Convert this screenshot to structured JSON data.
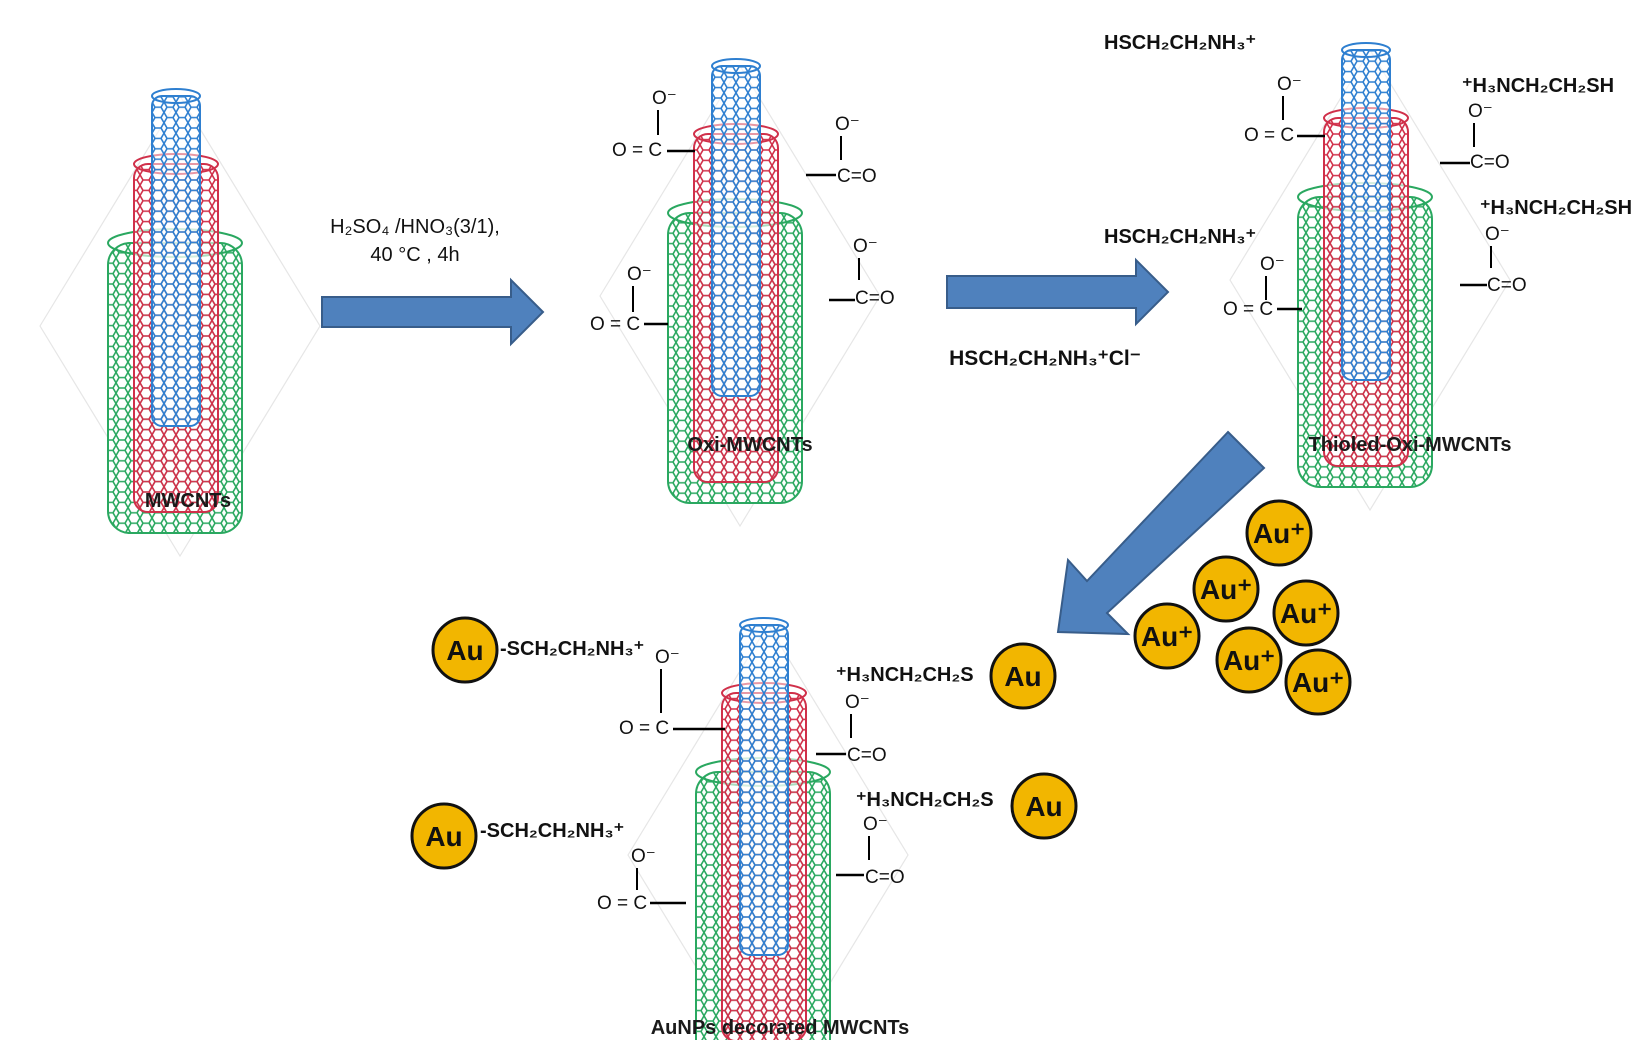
{
  "labels": {
    "mwcnts": "MWCNTs",
    "oxi": "Oxi-MWCNTs",
    "thioled": "Thioled-Oxi-MWCNTs",
    "aunps": "AuNPs decorated MWCNTs"
  },
  "step1": {
    "line1": "H₂SO₄ /HNO₃(3/1),",
    "line2": "40 °C , 4h"
  },
  "step2": {
    "reagent": "HSCH₂CH₂NH₃⁺Cl⁻"
  },
  "groups": {
    "carboxylate_left": "O = C",
    "carboxylate_right": "C=O",
    "o_minus": "O⁻",
    "ligand_left": "HSCH₂CH₂NH₃⁺",
    "ligand_right": "⁺H₃NCH₂CH₂SH",
    "au_ligand_left": "-SCH₂CH₂NH₃⁺",
    "au_ligand_right": "⁺H₃NCH₂CH₂S"
  },
  "gold": {
    "au": "Au",
    "au_ion": "Au⁺"
  },
  "colors": {
    "arrow_fill": "#4f81bd",
    "arrow_stroke": "#385d8a",
    "tube_inner": "#2e7fd0",
    "tube_middle": "#d0304a",
    "tube_outer": "#2aa860",
    "gold": "#f2b600"
  }
}
